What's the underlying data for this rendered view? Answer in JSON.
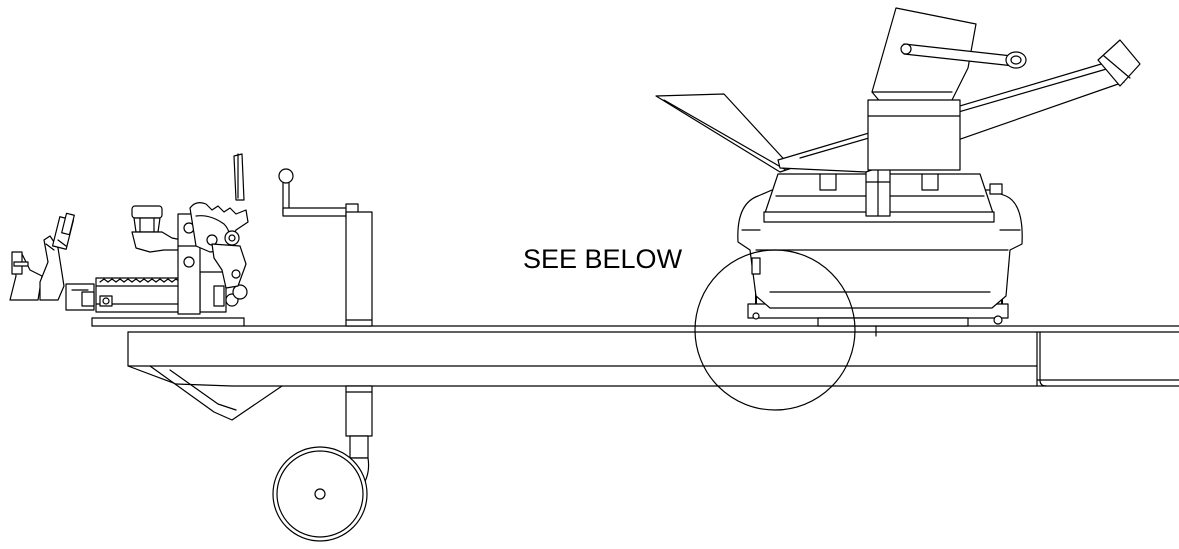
{
  "diagram": {
    "callout": {
      "text": "SEE BELOW"
    },
    "components": [
      "trailer-drawbar",
      "brake-coupling-assembly",
      "jockey-wheel",
      "machine-housing",
      "hopper-chute",
      "discharge-pipe"
    ]
  }
}
